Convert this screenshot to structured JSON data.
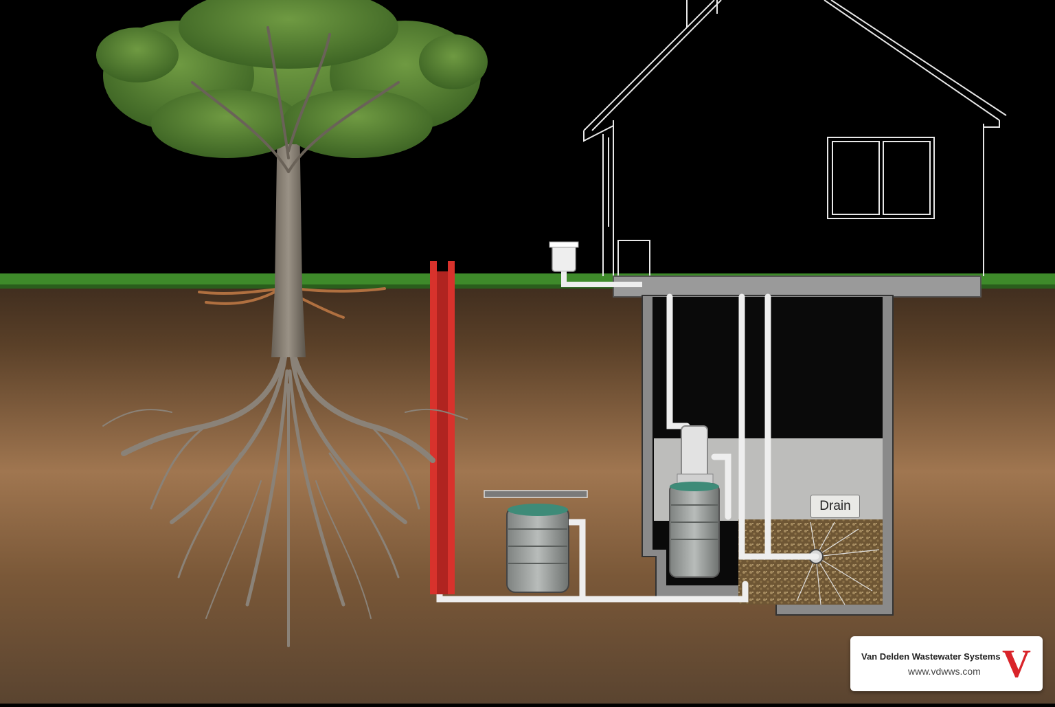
{
  "labels": {
    "drain": "Drain"
  },
  "brand": {
    "name": "Van Delden Wastewater Systems",
    "url": "www.vdwws.com",
    "logo_letter": "V",
    "logo_color": "#d9242a"
  },
  "colors": {
    "sky": "#000000",
    "grass": "#3e8a2a",
    "soil_top": "#4a3524",
    "soil_mid": "#9a7048",
    "soil_bottom": "#5e4630",
    "root_barrier": "#d8322c",
    "pipe": "#f0f0f0",
    "foliage": "#4e7a2e",
    "concrete": "#9e9e9e"
  }
}
